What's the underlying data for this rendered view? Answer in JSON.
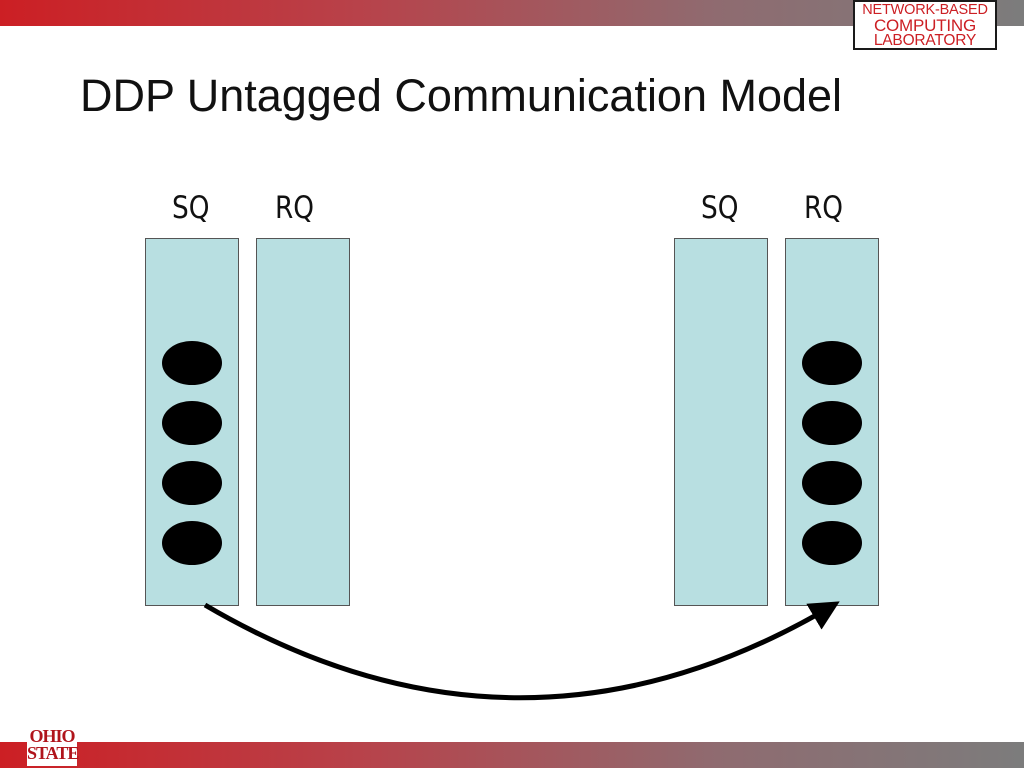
{
  "slide": {
    "title": "DDP Untagged Communication Model"
  },
  "logo_lab": {
    "line1": "NETWORK-BASED",
    "line2": "COMPUTING",
    "line3": "LABORATORY"
  },
  "logo_osu": {
    "line1": "OHIO",
    "line2": "STATE"
  },
  "sender": {
    "sq_label": "SQ",
    "rq_label": "RQ",
    "sq_items": 4,
    "rq_items": 0
  },
  "receiver": {
    "sq_label": "SQ",
    "rq_label": "RQ",
    "sq_items": 0,
    "rq_items": 4
  },
  "colors": {
    "banner_red": "#cc1f24",
    "banner_gray": "#7c7c7c",
    "queue_fill": "#b8dfe1",
    "slot_fill": "#000000"
  }
}
